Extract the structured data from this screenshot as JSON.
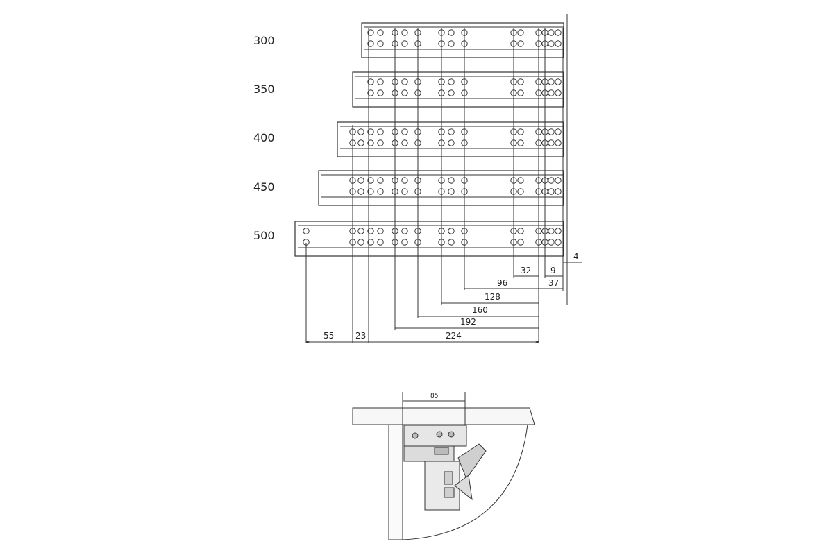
{
  "rails": [
    {
      "length_label": "300",
      "length": 300
    },
    {
      "length_label": "350",
      "length": 350
    },
    {
      "length_label": "400",
      "length": 400
    },
    {
      "length_label": "450",
      "length": 450
    },
    {
      "length_label": "500",
      "length": 500
    }
  ],
  "dimensions": {
    "top_right": {
      "d32": "32",
      "d9": "9",
      "d4": "4",
      "d96": "96",
      "d37": "37"
    },
    "stack": {
      "d128": "128",
      "d160": "160",
      "d192": "192",
      "d224": "224",
      "d55": "55",
      "d23": "23"
    }
  },
  "cross_section": {
    "width_label": "85"
  }
}
